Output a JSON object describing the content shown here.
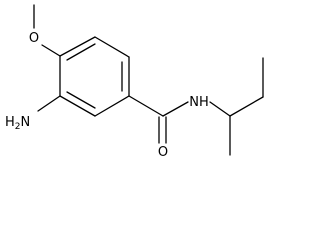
{
  "molecule": {
    "atoms": {
      "methoxy_o": "O",
      "amine": {
        "main": "H",
        "sub": "2",
        "tail": "N"
      },
      "amide_nh": "NH",
      "carbonyl_o": "O"
    }
  }
}
